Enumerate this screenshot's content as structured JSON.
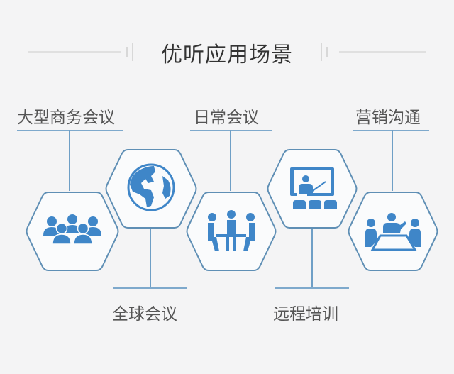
{
  "title": "优听应用场景",
  "colors": {
    "accent": "#3f86c8",
    "hex_border": "#5f8fb5",
    "line": "#7ea9cc",
    "text": "#555555",
    "background": "#f4f4f5"
  },
  "scenarios": [
    {
      "label": "大型商务会议",
      "icon": "group-people-icon",
      "position": "top"
    },
    {
      "label": "全球会议",
      "icon": "globe-icon",
      "position": "bottom"
    },
    {
      "label": "日常会议",
      "icon": "meeting-table-icon",
      "position": "top"
    },
    {
      "label": "远程培训",
      "icon": "presentation-board-icon",
      "position": "bottom"
    },
    {
      "label": "营销沟通",
      "icon": "business-discussion-icon",
      "position": "top"
    }
  ]
}
